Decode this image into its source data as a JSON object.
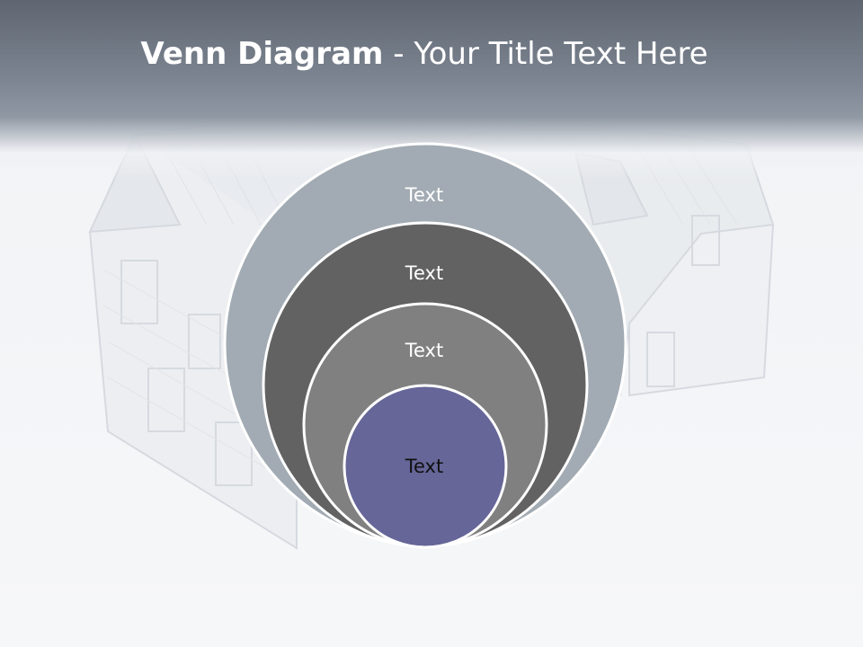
{
  "title": {
    "bold": "Venn Diagram",
    "rest": " - Your Title Text Here"
  },
  "diagram": {
    "circles": [
      {
        "label": "Text",
        "fill": "#a2abb3",
        "text_color": "#ffffff"
      },
      {
        "label": "Text",
        "fill": "#626262",
        "text_color": "#ffffff"
      },
      {
        "label": "Text",
        "fill": "#808080",
        "text_color": "#ffffff"
      },
      {
        "label": "Text",
        "fill": "#666699",
        "text_color": "#111111"
      }
    ]
  }
}
